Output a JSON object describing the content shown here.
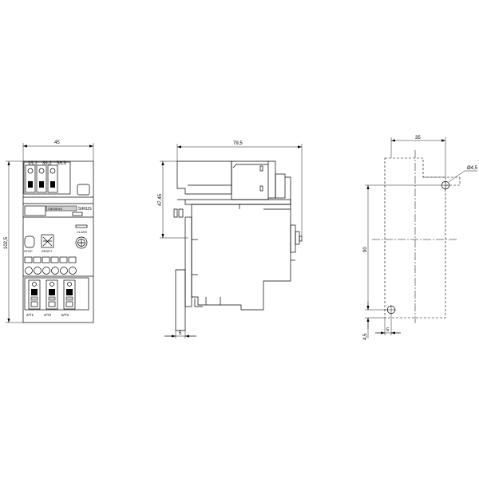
{
  "drawing": {
    "front_view": {
      "width_dim": "45",
      "height_dim": "102,5",
      "terminal_labels_top": [
        "1/L1",
        "3/L2",
        "5/L3"
      ],
      "terminal_labels_bottom": [
        "2/T1",
        "4/T2",
        "6/T3"
      ],
      "brand_label": "SIEMENS",
      "model_label": "SIRIUS",
      "button_labels": [
        "STOP",
        "RESET"
      ],
      "setting_label": "CLASS"
    },
    "side_view": {
      "depth_dim": "79,5",
      "height_dim": "47,45",
      "base_dim": "5"
    },
    "mounting_view": {
      "width_dim": "35",
      "height_dim": "90",
      "hole_dim": "Ø4,5",
      "offset_x_dim": "5",
      "offset_y_dim": "4,5"
    }
  }
}
